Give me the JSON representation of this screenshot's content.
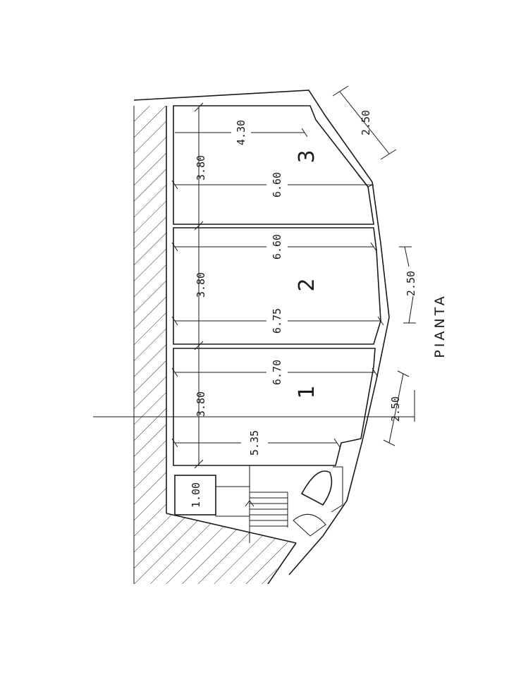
{
  "title": "PIANTA",
  "rooms": [
    {
      "number": "1",
      "depth_lines": [
        "6.70",
        "5.35"
      ]
    },
    {
      "number": "2",
      "depth_lines": [
        "6.60",
        "6.75"
      ]
    },
    {
      "number": "3",
      "depth_lines": [
        "6.60",
        "4.30"
      ]
    }
  ],
  "widths": [
    "3.80",
    "3.80",
    "3.80"
  ],
  "facade_segments": [
    "2.50",
    "2.50",
    "2.50"
  ],
  "stair_width": "1.00"
}
